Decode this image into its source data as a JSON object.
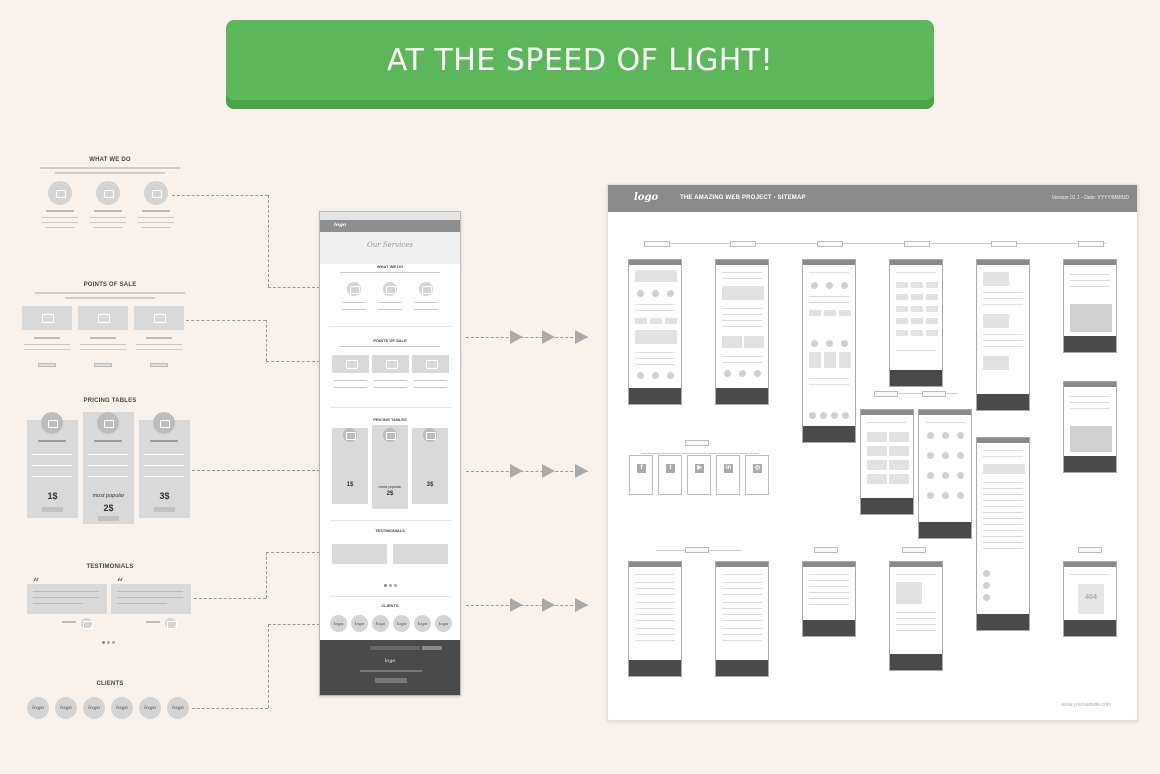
{
  "banner": {
    "text": "AT THE SPEED OF LIGHT!"
  },
  "modules": {
    "what_we_do": "WHAT WE DO",
    "points_of_sale": "POINTS OF SALE",
    "pricing_tables": "PRICING TABLES",
    "testimonials": "TESTIMONIALS",
    "clients": "CLIENTS"
  },
  "pricing": {
    "price_1": "1$",
    "price_2": "2$",
    "price_3": "3$",
    "popular": "most popular"
  },
  "logo_text": "logo",
  "phone": {
    "hero_text": "Our Services",
    "sections": [
      "WHAT WE DO",
      "POINTS OF SALE",
      "PRICING TABLES",
      "TESTIMONIALS",
      "CLIENTS"
    ],
    "prices": [
      "1$",
      "2$",
      "3$"
    ],
    "popular": "most popular"
  },
  "sitemap": {
    "title": "THE AMAZING WEB PROJECT - SITEMAP",
    "version": "Version 01.1 - Date: YYYY/MM/DD",
    "url": "www.yourwebsite.com",
    "error_code": "404"
  },
  "colors": {
    "banner": "#5cb65a",
    "background": "#f9f2ec",
    "header_gray": "#8a8a8a",
    "footer_dark": "#4a4a4a"
  }
}
